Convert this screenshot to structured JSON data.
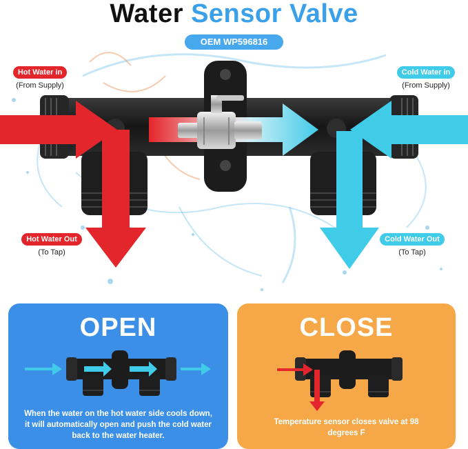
{
  "title": {
    "part1": "Water",
    "part2": "Sensor Valve"
  },
  "oem_badge": "OEM WP596816",
  "labels": {
    "hot_in": "Hot Water in",
    "hot_in_sub": "(From Supply)",
    "cold_in": "Cold Water in",
    "cold_in_sub": "(From Supply)",
    "hot_out": "Hot Water Out",
    "hot_out_sub": "(To Tap)",
    "cold_out": "Cold Water Out",
    "cold_out_sub": "(To Tap)"
  },
  "open_panel": {
    "heading": "OPEN",
    "text": "When the water on the hot water side cools down, it will automatically open and push the cold water back to the water heater."
  },
  "close_panel": {
    "heading": "CLOSE",
    "text": "Temperature sensor closes valve at 98 degrees F"
  },
  "colors": {
    "hot": "#e3262b",
    "cold": "#40cbe9",
    "open_bg": "#3b8fe6",
    "close_bg": "#f6a848",
    "valve_body": "#1c1c1c"
  }
}
